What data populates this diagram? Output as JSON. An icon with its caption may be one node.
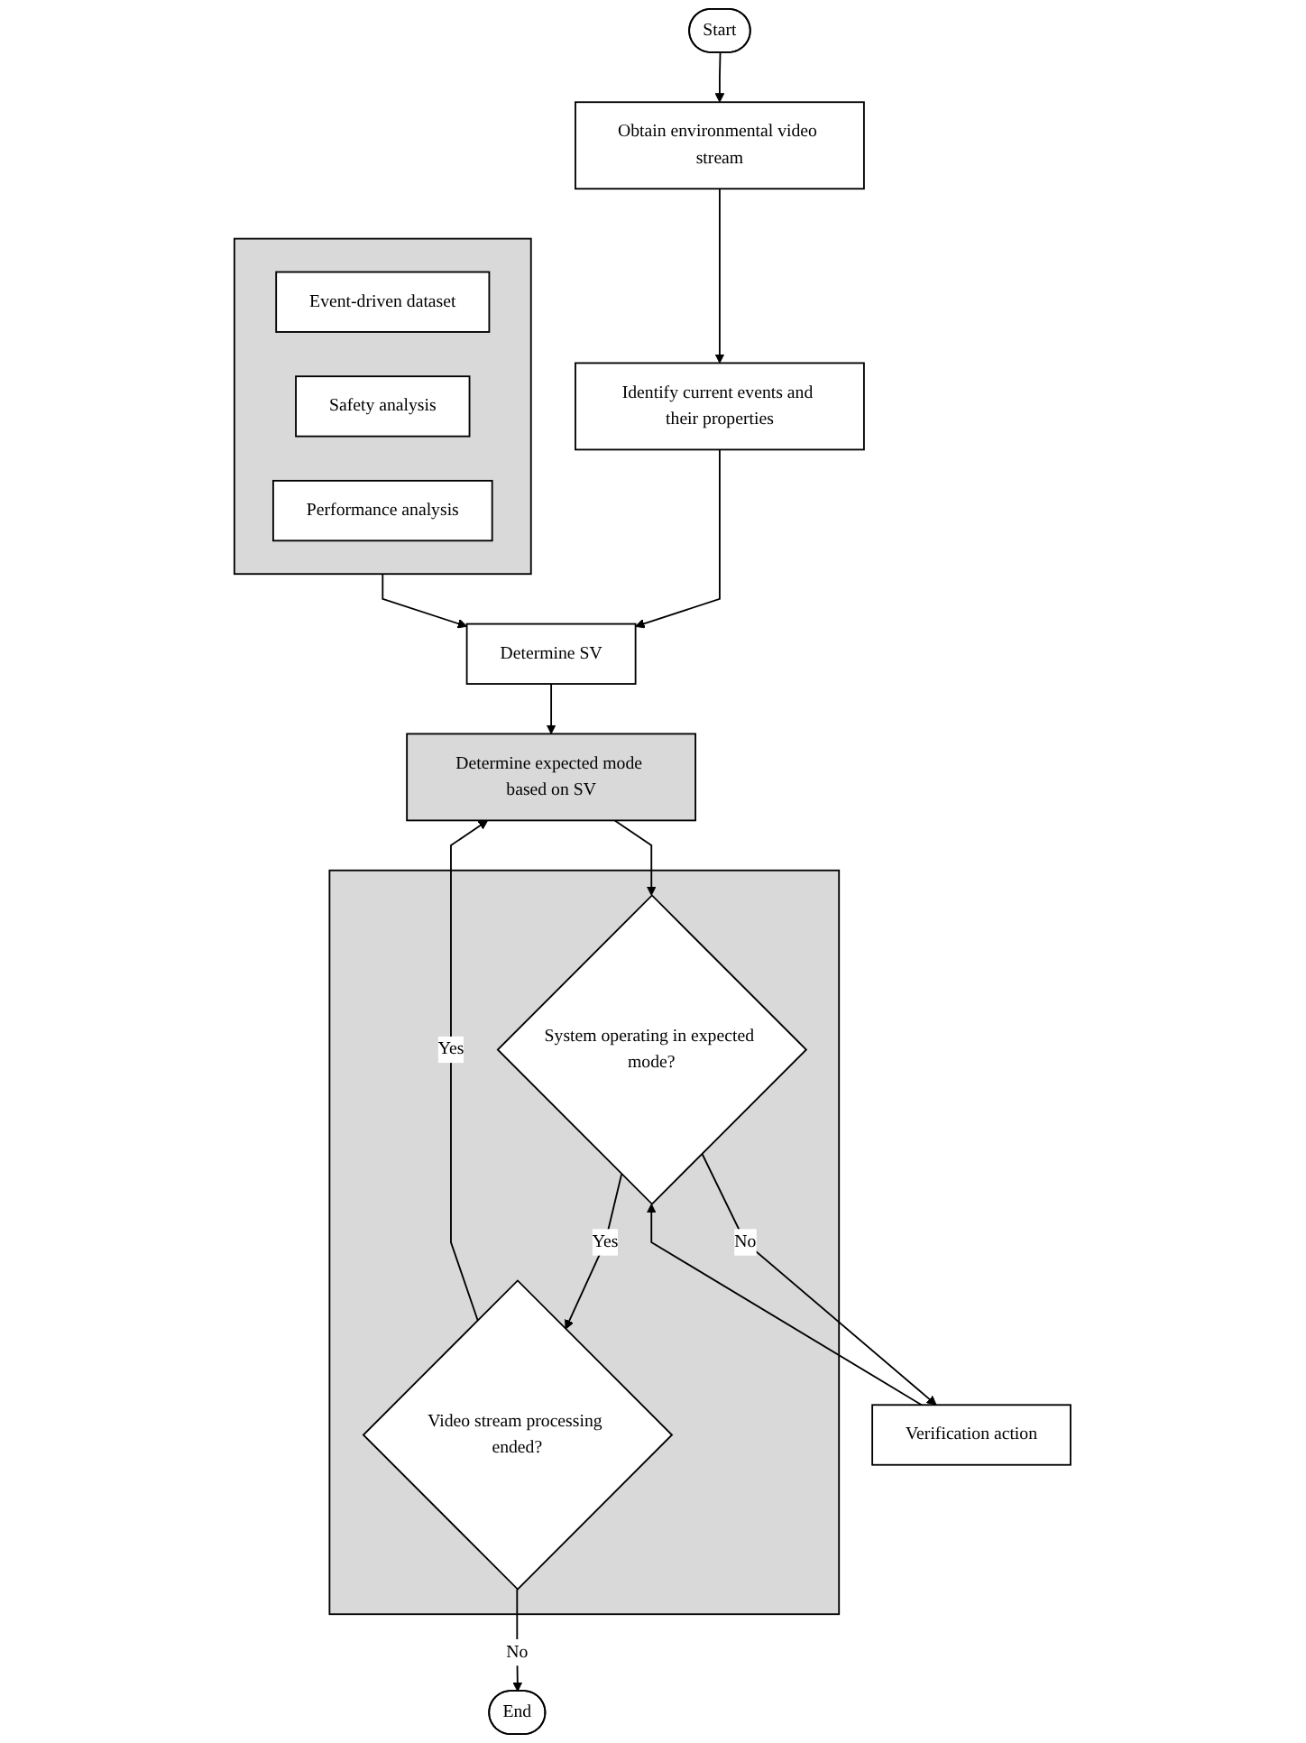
{
  "diagram": {
    "nodes": [
      {
        "text": [
          "Start"
        ]
      },
      {
        "text": [
          "Obtain environmental video stream"
        ]
      },
      {
        "text": [
          "Identify current events and their properties"
        ]
      },
      {
        "text": [
          "Determine SV"
        ]
      },
      {
        "text": [],
        "shape": "box"
      },
      {
        "text": [
          "Event-driven dataset"
        ],
        "in": 4
      },
      {
        "text": [
          "Safety analysis"
        ],
        "in": 4
      },
      {
        "text": [
          "Performance analysis"
        ],
        "in": 4
      },
      {
        "text": [
          "Determine expected mode based on SV"
        ]
      },
      {
        "text": [],
        "shape": "box"
      },
      {
        "text": [
          "System operating in expected mode?"
        ],
        "in": 9
      },
      {
        "text": [
          "Verification action"
        ]
      },
      {
        "text": [
          "Video stream processing ended?"
        ],
        "in": 9
      },
      {
        "text": [
          "End"
        ]
      }
    ],
    "edges": [
      {
        "from": 0,
        "to": 1,
        "arrow": "to"
      },
      {
        "from": 1,
        "to": 2,
        "arrow": "to"
      },
      {
        "from": 2,
        "to": 3,
        "arrow": "to"
      },
      {
        "from": 4,
        "to": 3,
        "arrow": "to"
      },
      {
        "from": 3,
        "to": 8,
        "arrow": "to"
      },
      {
        "from": 8,
        "to": 10,
        "arrow": "to"
      },
      {
        "from": 10,
        "to": 11,
        "arrow": "to",
        "label": "No"
      },
      {
        "from": 11,
        "to": 10,
        "arrow": "to"
      },
      {
        "from": 10,
        "to": 12,
        "arrow": "to",
        "label": "Yes"
      },
      {
        "from": 12,
        "to": 8,
        "arrow": "to",
        "label": "Yes"
      },
      {
        "from": 12,
        "to": 13,
        "arrow": "to",
        "label": "No"
      }
    ]
  }
}
